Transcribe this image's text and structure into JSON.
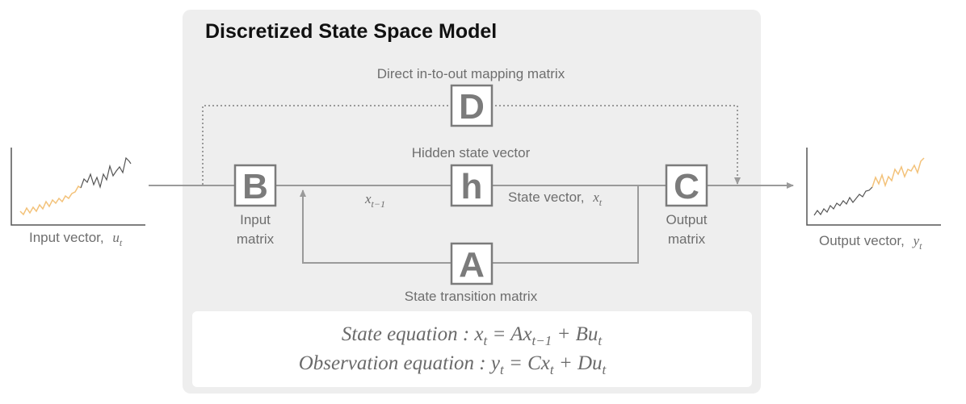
{
  "title": "Discretized State Space Model",
  "matrices": {
    "D": {
      "letter": "D",
      "label": "Direct in-to-out mapping matrix"
    },
    "B": {
      "letter": "B",
      "label_line1": "Input",
      "label_line2": "matrix"
    },
    "h": {
      "letter": "h",
      "label": "Hidden state vector"
    },
    "C": {
      "letter": "C",
      "label_line1": "Output",
      "label_line2": "matrix"
    },
    "A": {
      "letter": "A",
      "label": "State transition matrix"
    }
  },
  "signals": {
    "prev_state": {
      "base": "x",
      "sub": "t−1"
    },
    "state_vector": {
      "label": "State vector,",
      "sym": "x",
      "sub": "t"
    }
  },
  "input_plot": {
    "label": "Input vector,",
    "sym": "u",
    "sub": "t"
  },
  "output_plot": {
    "label": "Output vector,",
    "sym": "y",
    "sub": "t"
  },
  "equations": {
    "state": {
      "name": "State equation",
      "lhs": "x",
      "lhs_sub": "t",
      "rhs1": "Ax",
      "rhs1_sub": "t−1",
      "rhs2": "Bu",
      "rhs2_sub": "t"
    },
    "observation": {
      "name": "Observation equation",
      "lhs": "y",
      "lhs_sub": "t",
      "rhs1": "Cx",
      "rhs1_sub": "t",
      "rhs2": "Du",
      "rhs2_sub": "t"
    }
  },
  "colors": {
    "panel": "#eeeeee",
    "equation_box": "#ffffff",
    "line": "#9a9a9a",
    "signal_orange": "#f3c27a",
    "signal_dark": "#555555"
  }
}
